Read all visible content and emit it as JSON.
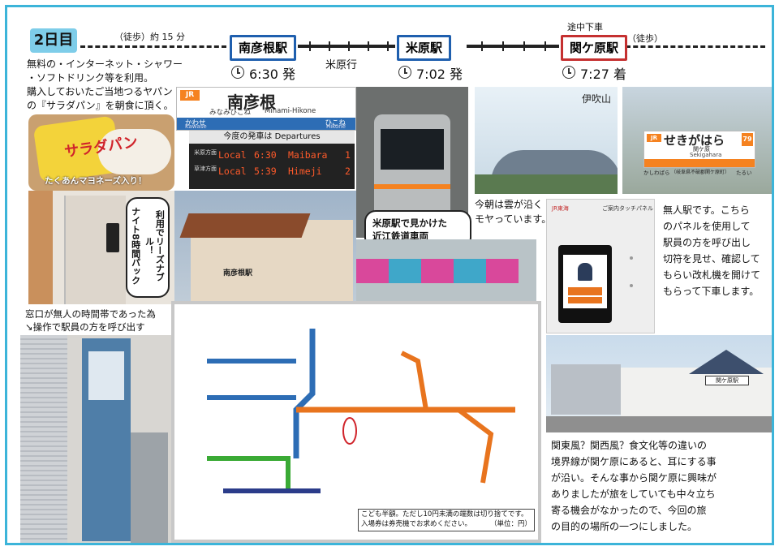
{
  "header": {
    "day": "2日目",
    "walk_before": "（徒歩）約 15 分",
    "via_label": "途中下車",
    "walk_after": "（徒歩）",
    "direction": "米原行",
    "stations": [
      {
        "name": "南彦根駅",
        "time": "6:30 発"
      },
      {
        "name": "米原駅",
        "time": "7:02 発"
      },
      {
        "name": "関ケ原駅",
        "time": "7:27 着"
      }
    ]
  },
  "left_text": {
    "lines": [
      "無料の・インターネット・シャワー",
      "・ソフトドリンク等を利用。",
      "購入しておいたご当地つるヤパン",
      "の『サラダパン』を朝食に頂く。"
    ]
  },
  "bread": {
    "brand": "サラダパン",
    "caption": "たくあんマヨネーズ入り！"
  },
  "room_bubble": {
    "lines": [
      "ナイト8時間パック",
      "利用でリーズナブル！"
    ]
  },
  "ticket_note": {
    "lines": [
      "窓口が無人の時間帯であった為",
      "↘操作で駅員の方を呼び出す"
    ]
  },
  "sign_minami": {
    "title": "南彦根",
    "romaji_kana": "みなみひこね",
    "romaji": "Minami-Hikone",
    "left_name": "かわせ",
    "left_romaji": "Kawase",
    "right_name": "ひこね",
    "right_romaji": "Hikone"
  },
  "departures": {
    "header": "今度の発車は Departures",
    "rows": [
      {
        "dir": "米原方面",
        "type": "Local",
        "time": "6:30",
        "dest": "Maibara",
        "track": "1"
      },
      {
        "dir": "草津方面",
        "type": "Local",
        "time": "5:39",
        "dest": "Himeji",
        "track": "2"
      }
    ]
  },
  "station_building": {
    "sign": "南彦根駅"
  },
  "ohmi_bubble": {
    "lines": [
      "米原駅で見かけた",
      "近江鉄道車両"
    ]
  },
  "ibuki": {
    "label": "伊吹山",
    "caption_lines": [
      "今朝は雲が沿く",
      "モヤっています。"
    ]
  },
  "sekigahara_sign": {
    "title": "せきがはら",
    "kanji": "関ケ原",
    "romaji": "Sekigahara",
    "left_name": "かしわばら",
    "left_note": "（岐阜県不破郡関ケ原町）",
    "right_name": "たるい",
    "number": "79"
  },
  "panel": {
    "header_left": "JR東海",
    "header_right": "ご案内タッチパネル"
  },
  "unmanned_text": {
    "lines": [
      "無人駅です。こちら",
      "のパネルを使用して",
      "駅員の方を呼び出し",
      "切符を見せ、確認して",
      "もらい改札機を開けて",
      "もらって下車します。"
    ]
  },
  "sekigahara_station": {
    "sign": "関ケ原駅"
  },
  "map_footer": {
    "line1": "こども半額。ただし10円未満の端数は切り捨てです。",
    "line2": "入場券は券売機でお求めください。",
    "unit": "（単位：円）"
  },
  "bottom_text": {
    "lines": [
      "関東風？関西風？食文化等の違いの",
      "境界線が関ケ原にあると、耳にする事",
      "が沿い。そんな事から関ケ原に興味が",
      "ありましたが旅をしていても中々立ち",
      "寄る機会がなかったので、今回の旅",
      "の目的の場所の一つにしました。"
    ]
  },
  "colors": {
    "frame": "#3cb4d9",
    "badge": "#7ecde9",
    "station_blue": "#1f5fae",
    "station_red": "#c53030",
    "jr_orange": "#e8741e"
  }
}
